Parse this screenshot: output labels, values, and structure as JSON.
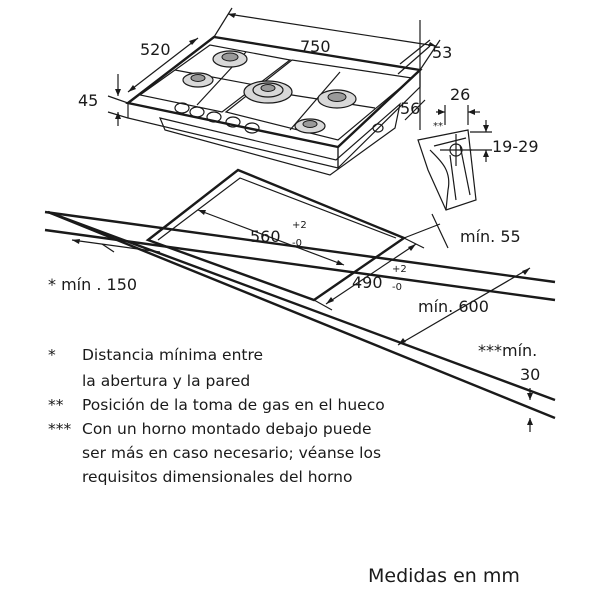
{
  "hob": {
    "width": "750",
    "depth": "520",
    "height": "45",
    "right_margin": "53",
    "right_depth": "56"
  },
  "gas_connection": {
    "offset": "26",
    "marker": "**",
    "range": "19-29"
  },
  "cutout": {
    "width": "560",
    "width_tol_plus": "+2",
    "width_tol_minus": "-0",
    "depth": "490",
    "depth_tol_plus": "+2",
    "depth_tol_minus": "-0",
    "min_back": "mín. 55",
    "min_side": "* mín .  150",
    "min_counter": "mín. 600",
    "min_front_label": "***mín.",
    "min_front_value": "30"
  },
  "notes": [
    {
      "marker": "*",
      "lines": [
        "Distancia mínima entre",
        "la abertura y la pared"
      ]
    },
    {
      "marker": "**",
      "lines": [
        "Posición de la toma de gas en el hueco"
      ]
    },
    {
      "marker": "***",
      "lines": [
        "Con un horno montado debajo puede",
        "ser más en caso necesario; véanse los",
        "requisitos dimensionales del horno"
      ]
    }
  ],
  "units": "Medidas en mm"
}
